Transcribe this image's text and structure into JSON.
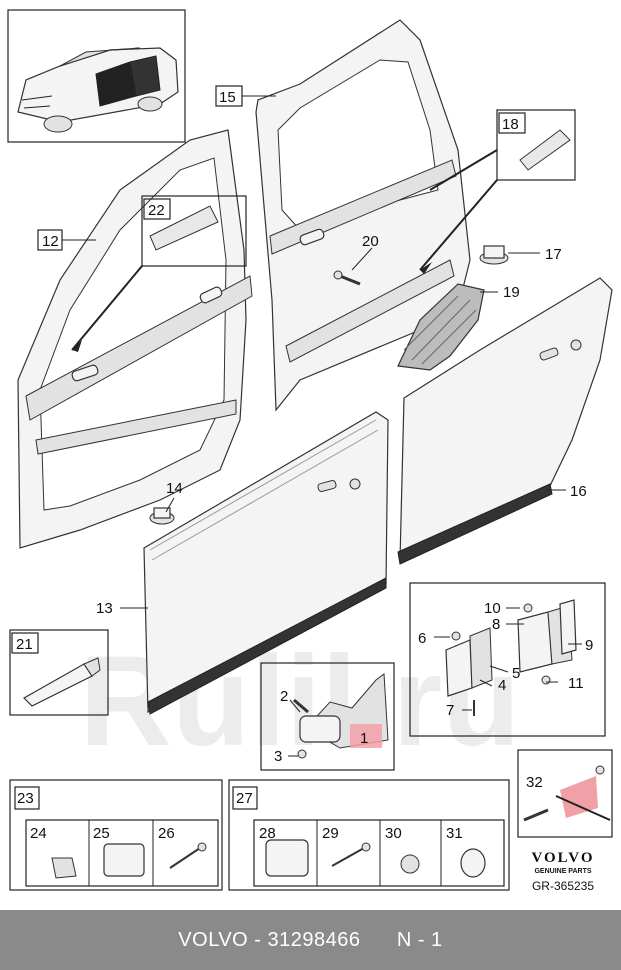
{
  "callouts": {
    "c1": "1",
    "c2": "2",
    "c3": "3",
    "c4": "4",
    "c5": "5",
    "c6": "6",
    "c7": "7",
    "c8": "8",
    "c9": "9",
    "c10": "10",
    "c11": "11",
    "c12": "12",
    "c13": "13",
    "c14": "14",
    "c15": "15",
    "c16": "16",
    "c17": "17",
    "c18": "18",
    "c19": "19",
    "c20": "20",
    "c21": "21",
    "c22": "22",
    "c23": "23",
    "c24": "24",
    "c25": "25",
    "c26": "26",
    "c27": "27",
    "c28": "28",
    "c29": "29",
    "c30": "30",
    "c31": "31",
    "c32": "32"
  },
  "watermark": "Rulil.ru",
  "brand": {
    "logo": "VOLVO",
    "tagline": "GENUINE PARTS",
    "ref": "GR-365235"
  },
  "footer": {
    "brand": "VOLVO",
    "separator": " - ",
    "part_number": "31298466",
    "position": "N - 1"
  },
  "colors": {
    "footer_bg": "#8a8a8a",
    "highlight": "#f2a0a8",
    "line": "#222222"
  }
}
